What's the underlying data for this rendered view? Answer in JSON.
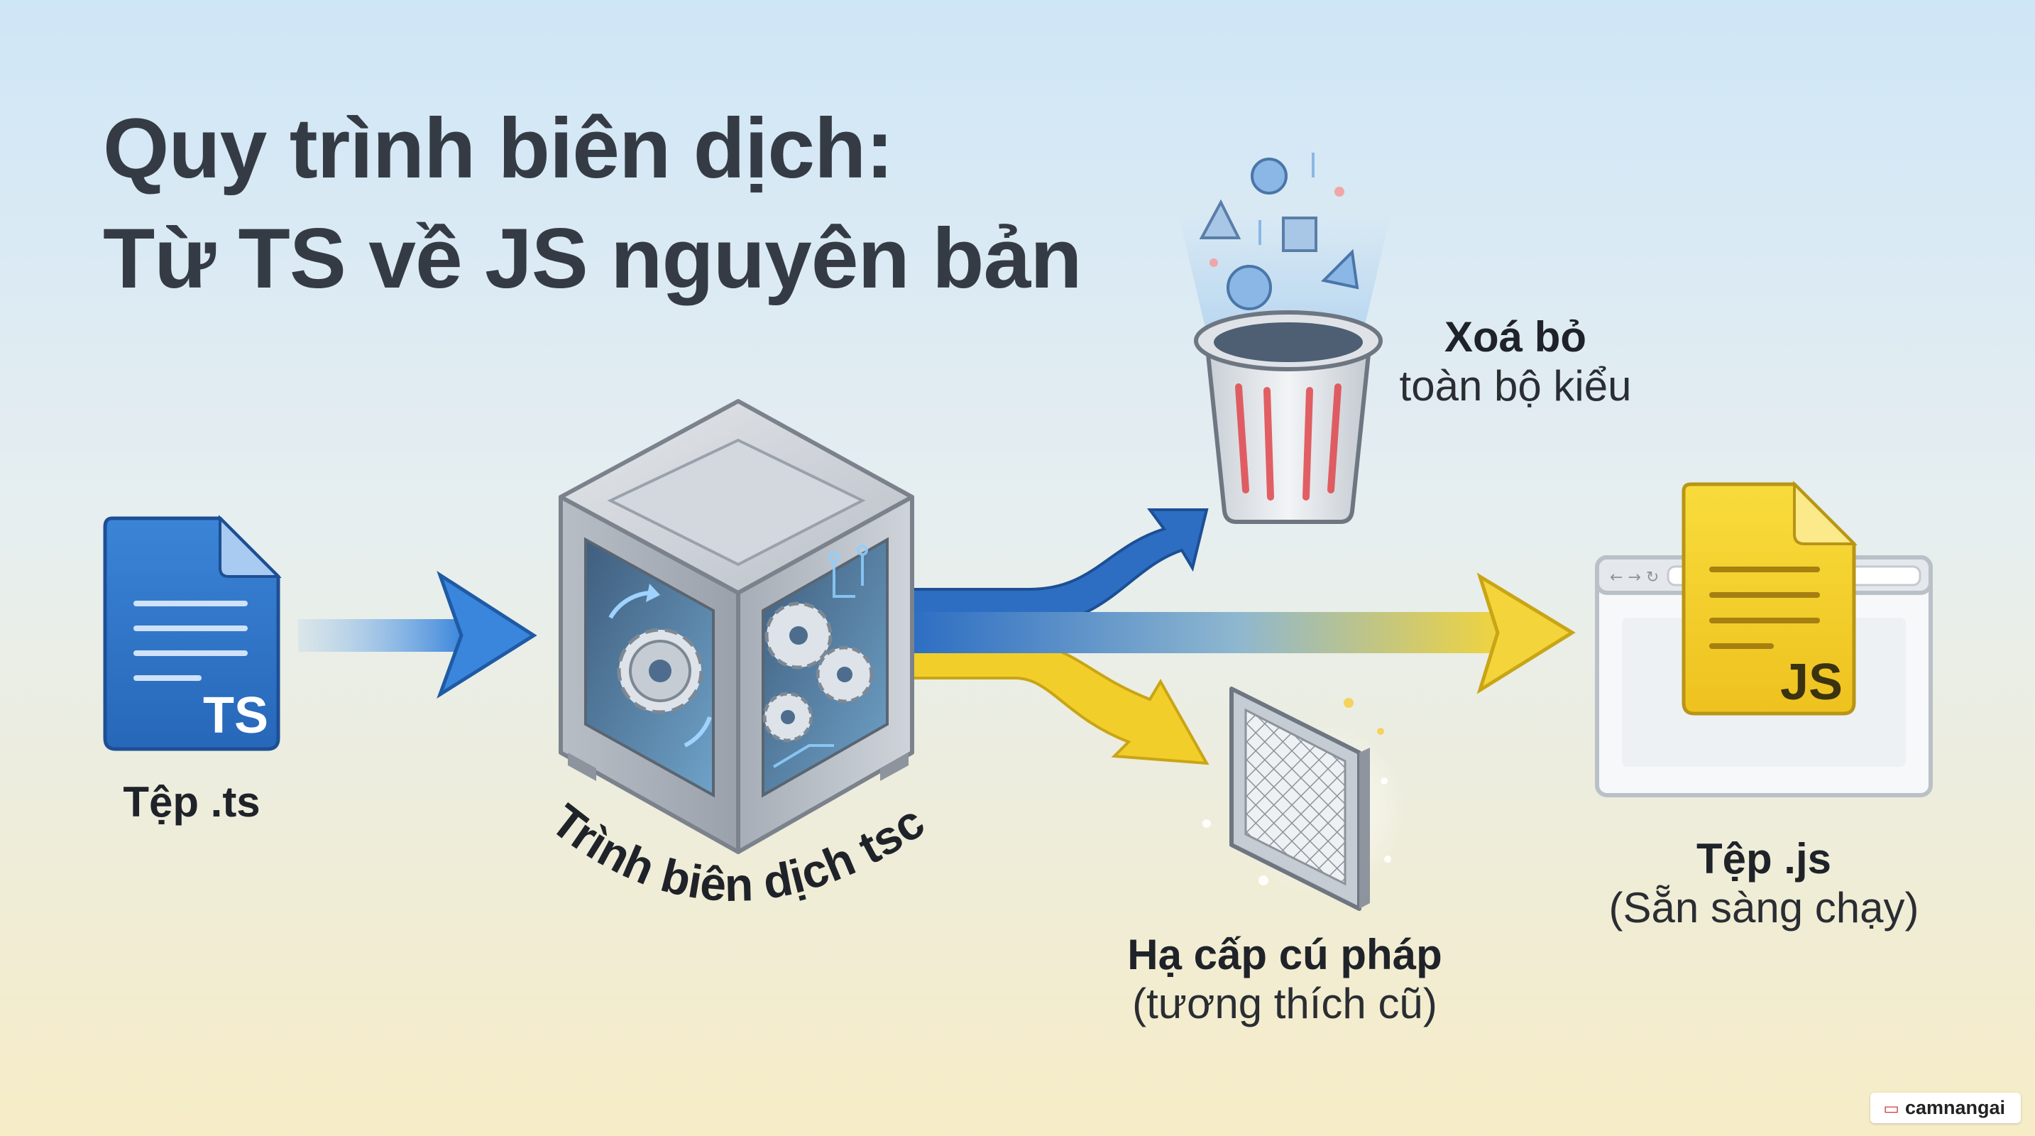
{
  "title": {
    "line1": "Quy trình biên dịch:",
    "line2": "Từ TS về JS nguyên bản"
  },
  "nodes": {
    "ts_file": {
      "badge": "TS",
      "label": "Tệp .ts",
      "icon": "ts-file-icon"
    },
    "compiler": {
      "label": "Trình biên dịch tsc",
      "icon": "compiler-cube-icon"
    },
    "type_erasure": {
      "label_bold": "Xoá bỏ",
      "label_normal": "toàn bộ kiểu",
      "icon": "trash-bin-icon"
    },
    "downlevel": {
      "label_bold": "Hạ cấp cú pháp",
      "label_normal": "(tương thích cũ)",
      "icon": "filter-icon"
    },
    "js_file": {
      "badge": "JS",
      "label_bold": "Tệp .js",
      "label_normal": "(Sẵn sàng chạy)",
      "icon": "js-file-icon"
    }
  },
  "watermark": {
    "text": "camnangai",
    "icon": "book-icon"
  },
  "colors": {
    "ts_blue": "#2f74c9",
    "js_yellow": "#f2cf2c",
    "title": "#353b44",
    "trash_red": "#e0474c"
  }
}
